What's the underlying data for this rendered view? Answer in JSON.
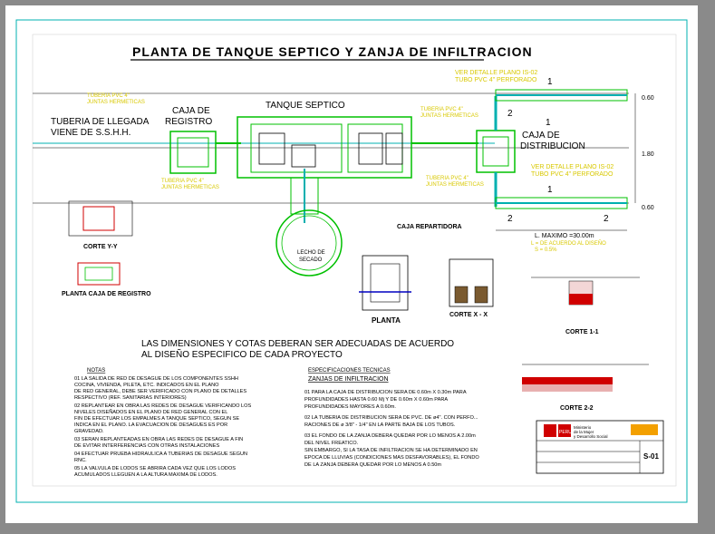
{
  "sheet": {
    "title": "PLANTA DE TANQUE SEPTICO Y ZANJA DE INFILTRACION",
    "sheet_number": "S-01"
  },
  "plan": {
    "tuberia_llegada_1": "TUBERIA DE LLEGADA",
    "tuberia_llegada_2": "VIENE DE S.S.H.H.",
    "caja_registro_1": "CAJA DE",
    "caja_registro_2": "REGISTRO",
    "tanque_septico": "TANQUE SEPTICO",
    "caja_distribucion_1": "CAJA DE",
    "caja_distribucion_2": "DISTRIBUCION",
    "ver_detalle_1": "VER DETALLE PLANO IS-02",
    "tubo_perforado_1": "TUBO PVC 4\" PERFORADO",
    "ver_detalle_2": "VER DETALLE PLANO IS-02",
    "tubo_perforado_2": "TUBO PVC 4\" PERFORADO",
    "tuberia_pvc_1": "TUBERIA PVC 4\"",
    "juntas_1": "JUNTAS HERMETICAS",
    "tuberia_pvc_2": "TUBERIA PVC 4\"",
    "juntas_2": "JUNTAS HERMETICAS",
    "tuberia_pvc_3": "TUBERIA PVC 4\"",
    "juntas_3": "JUNTAS HERMETICAS",
    "tuberia_pvc_4": "TUBERIA PVC 4\"",
    "juntas_4": "JUNTAS HERMETICAS",
    "dim_060_top": "0.60",
    "dim_180": "1.80",
    "dim_060_bot": "0.60",
    "longitud": "L. MAXIMO =30.00m",
    "longitud_nota": "L = DE ACUERDO AL DISEÑO",
    "pendiente": "S = 0.5%",
    "marker_1a": "1",
    "marker_1b": "1",
    "marker_2a": "2",
    "marker_2b": "2",
    "marker_1c": "1",
    "marker_2c": "2",
    "lecho_1": "LECHO DE",
    "lecho_2": "SECADO",
    "caja_repartidora": "CAJA REPARTIDORA",
    "planta_label": "PLANTA",
    "corte_x": "CORTE X - X",
    "corte_y": "CORTE Y-Y",
    "planta_caja_registro": "PLANTA CAJA DE REGISTRO",
    "corte_11": "CORTE 1-1",
    "corte_22": "CORTE 2-2"
  },
  "notice": {
    "line1": "LAS DIMENSIONES Y COTAS DEBERAN SER ADECUADAS DE ACUERDO",
    "line2": "AL DISEÑO ESPECIFICO DE CADA PROYECTO"
  },
  "notas": {
    "heading": "NOTAS",
    "n01a": "01  LA SALIDA DE RED DE DESAGUE DE LOS COMPONENTES SSHH",
    "n01b": "     COCINA, VIVIENDA, PILETA, ETC. INDICADOS EN EL PLANO",
    "n01c": "     DE RED GENERAL, DEBE SER VERIFICADO CON PLANO DE DETALLES",
    "n01d": "     RESPECTIVO (REF. SANITARIAS INTERIORES)",
    "n02a": "02  REPLANTEAR EN OBRA LAS REDES DE DESAGUE VERIFICANDO LOS",
    "n02b": "     NIVELES DISEÑADOS EN EL PLANO DE RED GENERAL CON EL",
    "n02c": "     FIN DE EFECTUAR LOS EMPALMES A TANQUE SEPTICO, SEGUN SE",
    "n02d": "     INDICA EN EL PLANO. LA EVACUACION DE DESAGUES ES POR",
    "n02e": "     GRAVEDAD.",
    "n03a": "03  SERAN REPLANTEADAS EN OBRA LAS REDES DE DESAGUE A FIN",
    "n03b": "     DE EVITAR INTERFERENCIAS CON OTRAS INSTALACIONES",
    "n04a": "04  EFECTUAR PRUEBA HIDRAULICA A TUBERIAS DE DESAGUE SEGUN",
    "n04b": "     RNC.",
    "n05a": "05  LA VALVULA DE LODOS SE ABRIRA CADA VEZ QUE LOS LODOS",
    "n05b": "     ACUMULADOS LLEGUEN A LA ALTURA MAXIMA DE LODOS."
  },
  "especificaciones": {
    "heading": "ESPECIFICACIONES TECNICAS",
    "subheading": "ZANJAS DE INFILTRACION",
    "e01a": "01  PARA LA CAJA DE DISTRIBUCION SERA DE 0.60m X 0.30m PARA",
    "e01b": "     PROFUNDIDADES HASTA 0.60 Mj Y DE 0.60m X 0.60m PARA",
    "e01c": "     PROFUNDIDADES MAYORES A 0.60m.",
    "e02a": "02  LA TUBERIA DE DISTRIBUCION SERA DE PVC. DE ø4\". CON PERFO...",
    "e02b": "     RACIONES DE ø 3/8\" - 1/4\" EN LA PARTE BAJA DE LOS TUBOS.",
    "e03a": "03  EL FONDO DE LA ZANJA DEBERA QUEDAR POR LO MENOS A 2.00m",
    "e03b": "     DEL NIVEL FREATICO.",
    "e03c": "     SIN EMBARGO, SI LA TASA DE INFILTRACION SE HA DETERMINADO EN",
    "e03d": "     EPOCA DE LLUVIAS (CONDICIONES MAS DESFAVORABLES), EL FONDO",
    "e03e": "     DE LA ZANJA DEBERA QUEDAR POR LO MENOS A 0.50m"
  },
  "titleblock": {
    "logo_text": "PERU",
    "ministerio_1": "Ministerio",
    "ministerio_2": "de la Mujer",
    "ministerio_3": "y Desarrollo Social"
  },
  "colors": {
    "background": "#8a8a8a",
    "sheet": "#ffffff",
    "green": "#00c000",
    "cyan": "#00b0b0",
    "yellow": "#d8c800",
    "red": "#d00000",
    "blue": "#0000c0",
    "magenta": "#c000c0",
    "text": "#000000"
  }
}
